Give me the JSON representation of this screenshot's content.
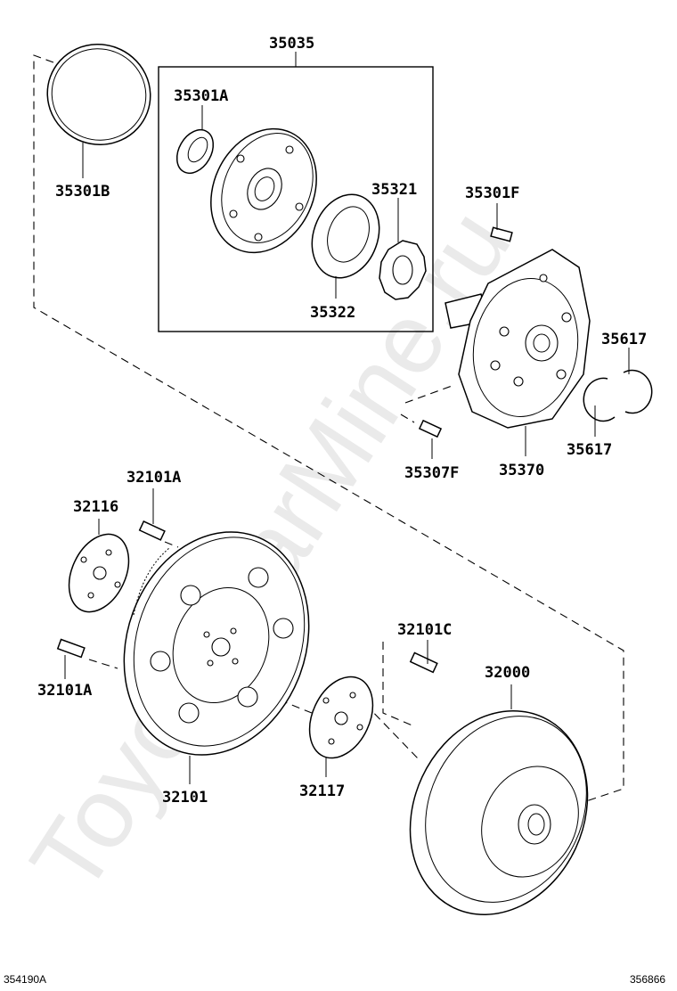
{
  "watermark": "ToyotaCarMine.ru",
  "footer": {
    "left_code": "354190A",
    "right_code": "356866"
  },
  "labels": {
    "p35035": "35035",
    "p35301A": "35301A",
    "p35301B": "35301B",
    "p35321": "35321",
    "p35322": "35322",
    "p35301F": "35301F",
    "p35617_top": "35617",
    "p35617_bottom": "35617",
    "p35307F": "35307F",
    "p35370": "35370",
    "p32101A_top": "32101A",
    "p32116": "32116",
    "p32101A_left": "32101A",
    "p32101C": "32101C",
    "p32000": "32000",
    "p32101": "32101",
    "p32117": "32117"
  }
}
